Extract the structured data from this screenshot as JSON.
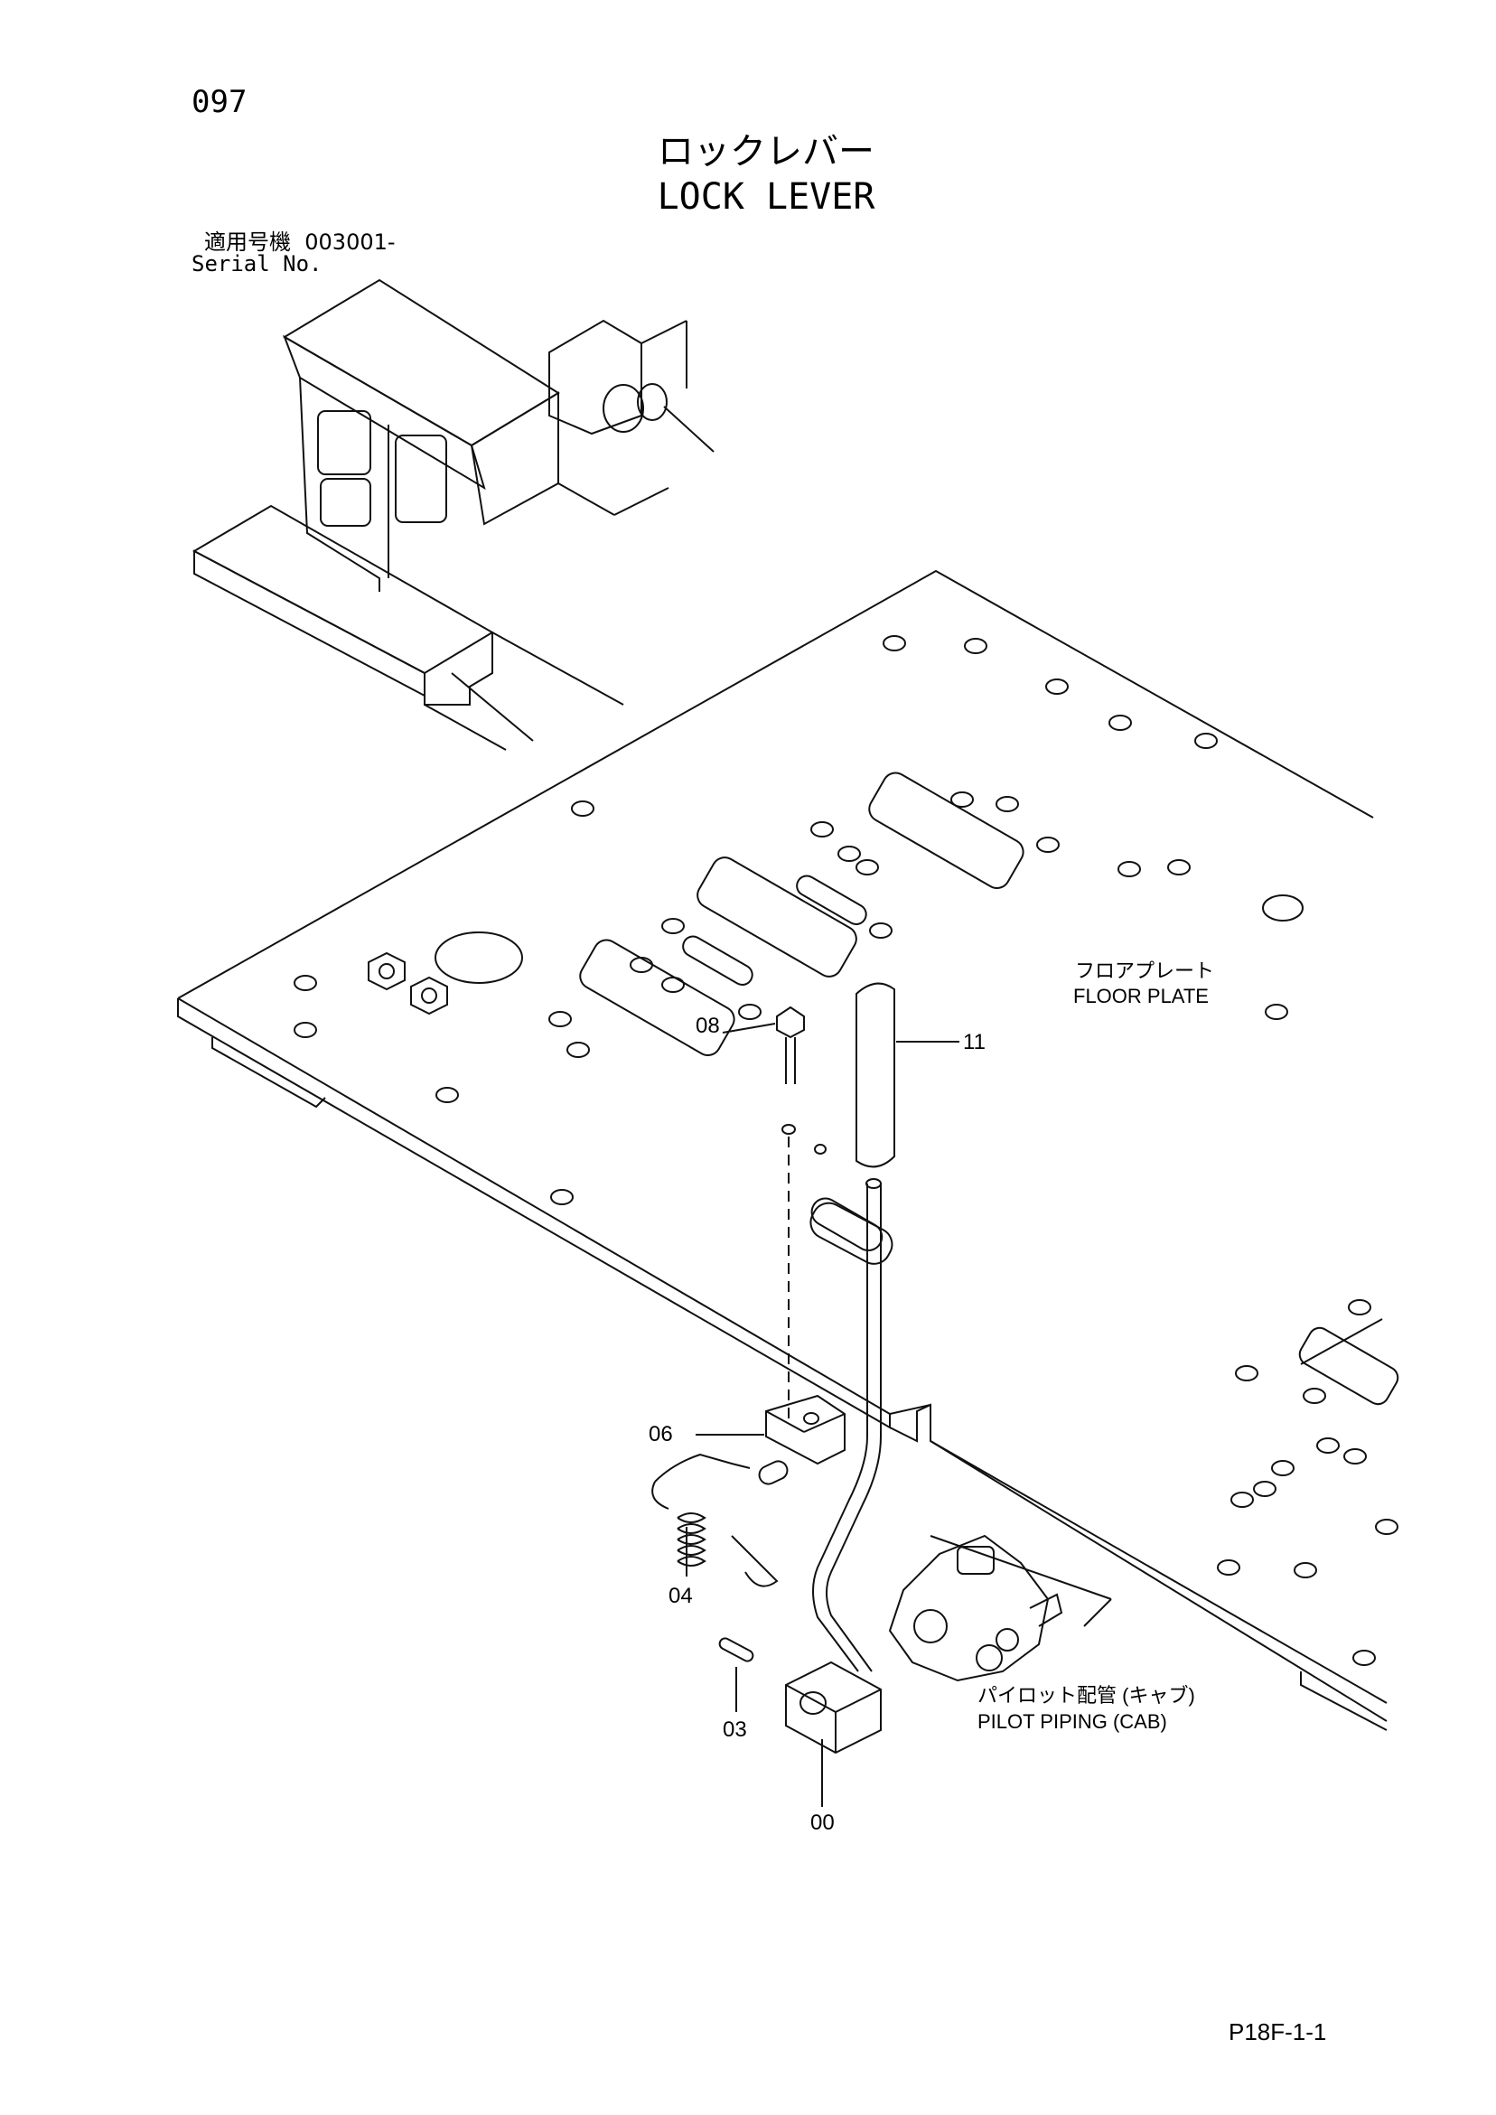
{
  "header": {
    "page_number": "097",
    "title_jp": "ロックレバー",
    "title_en": "LOCK LEVER"
  },
  "serial": {
    "label_jp": "適用号機",
    "value": "003001-",
    "label_en": "Serial No."
  },
  "labels": {
    "floor_plate_jp": "フロアプレート",
    "floor_plate_en": "FLOOR PLATE",
    "pilot_piping_jp": "パイロット配管 (キャブ)",
    "pilot_piping_en": "PILOT PIPING (CAB)"
  },
  "callouts": [
    "08",
    "11",
    "06",
    "04",
    "03",
    "00"
  ],
  "footer": {
    "code": "P18F-1-1"
  }
}
